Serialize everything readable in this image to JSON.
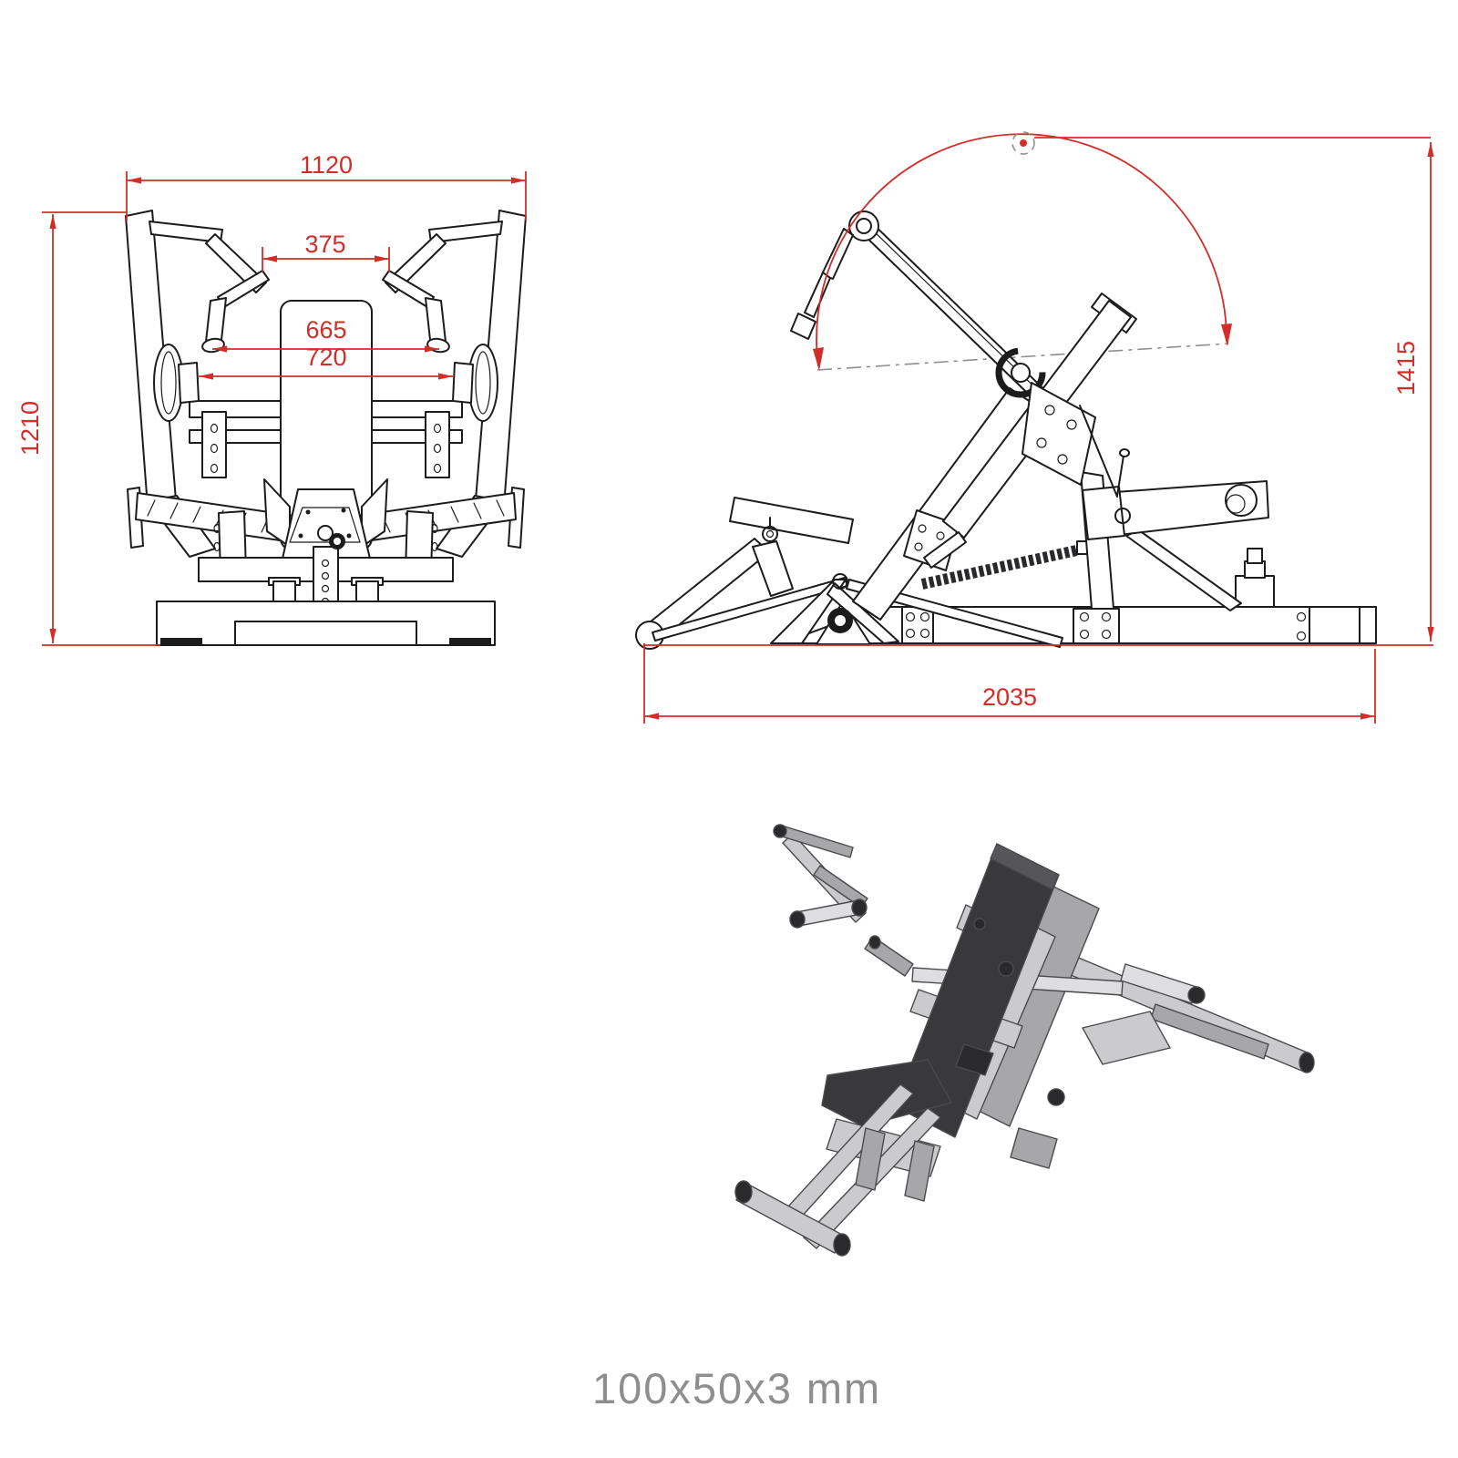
{
  "colors": {
    "background": "#ffffff",
    "dimension_red": "#d22d26",
    "drawing_line": "#1c1c1c",
    "construction_gray": "#8f8f8f",
    "caption_gray": "#8e8e8e",
    "iso_pad_dark": "#39393b",
    "iso_pad_edge": "#55555a",
    "iso_frame_light": "#cbcbcd",
    "iso_frame_mid": "#a7a7aa",
    "iso_metal_bright": "#dedee0",
    "iso_dark_detail": "#2a2a2c"
  },
  "front_view": {
    "dim_overall_width": "1120",
    "dim_handle_gap": "375",
    "dim_grip_inner": "665",
    "dim_grip_outer": "720",
    "dim_overall_height": "1210"
  },
  "side_view": {
    "dim_overall_height": "1415",
    "dim_overall_length": "2035"
  },
  "caption": {
    "tube_profile": "100x50x3 mm"
  }
}
